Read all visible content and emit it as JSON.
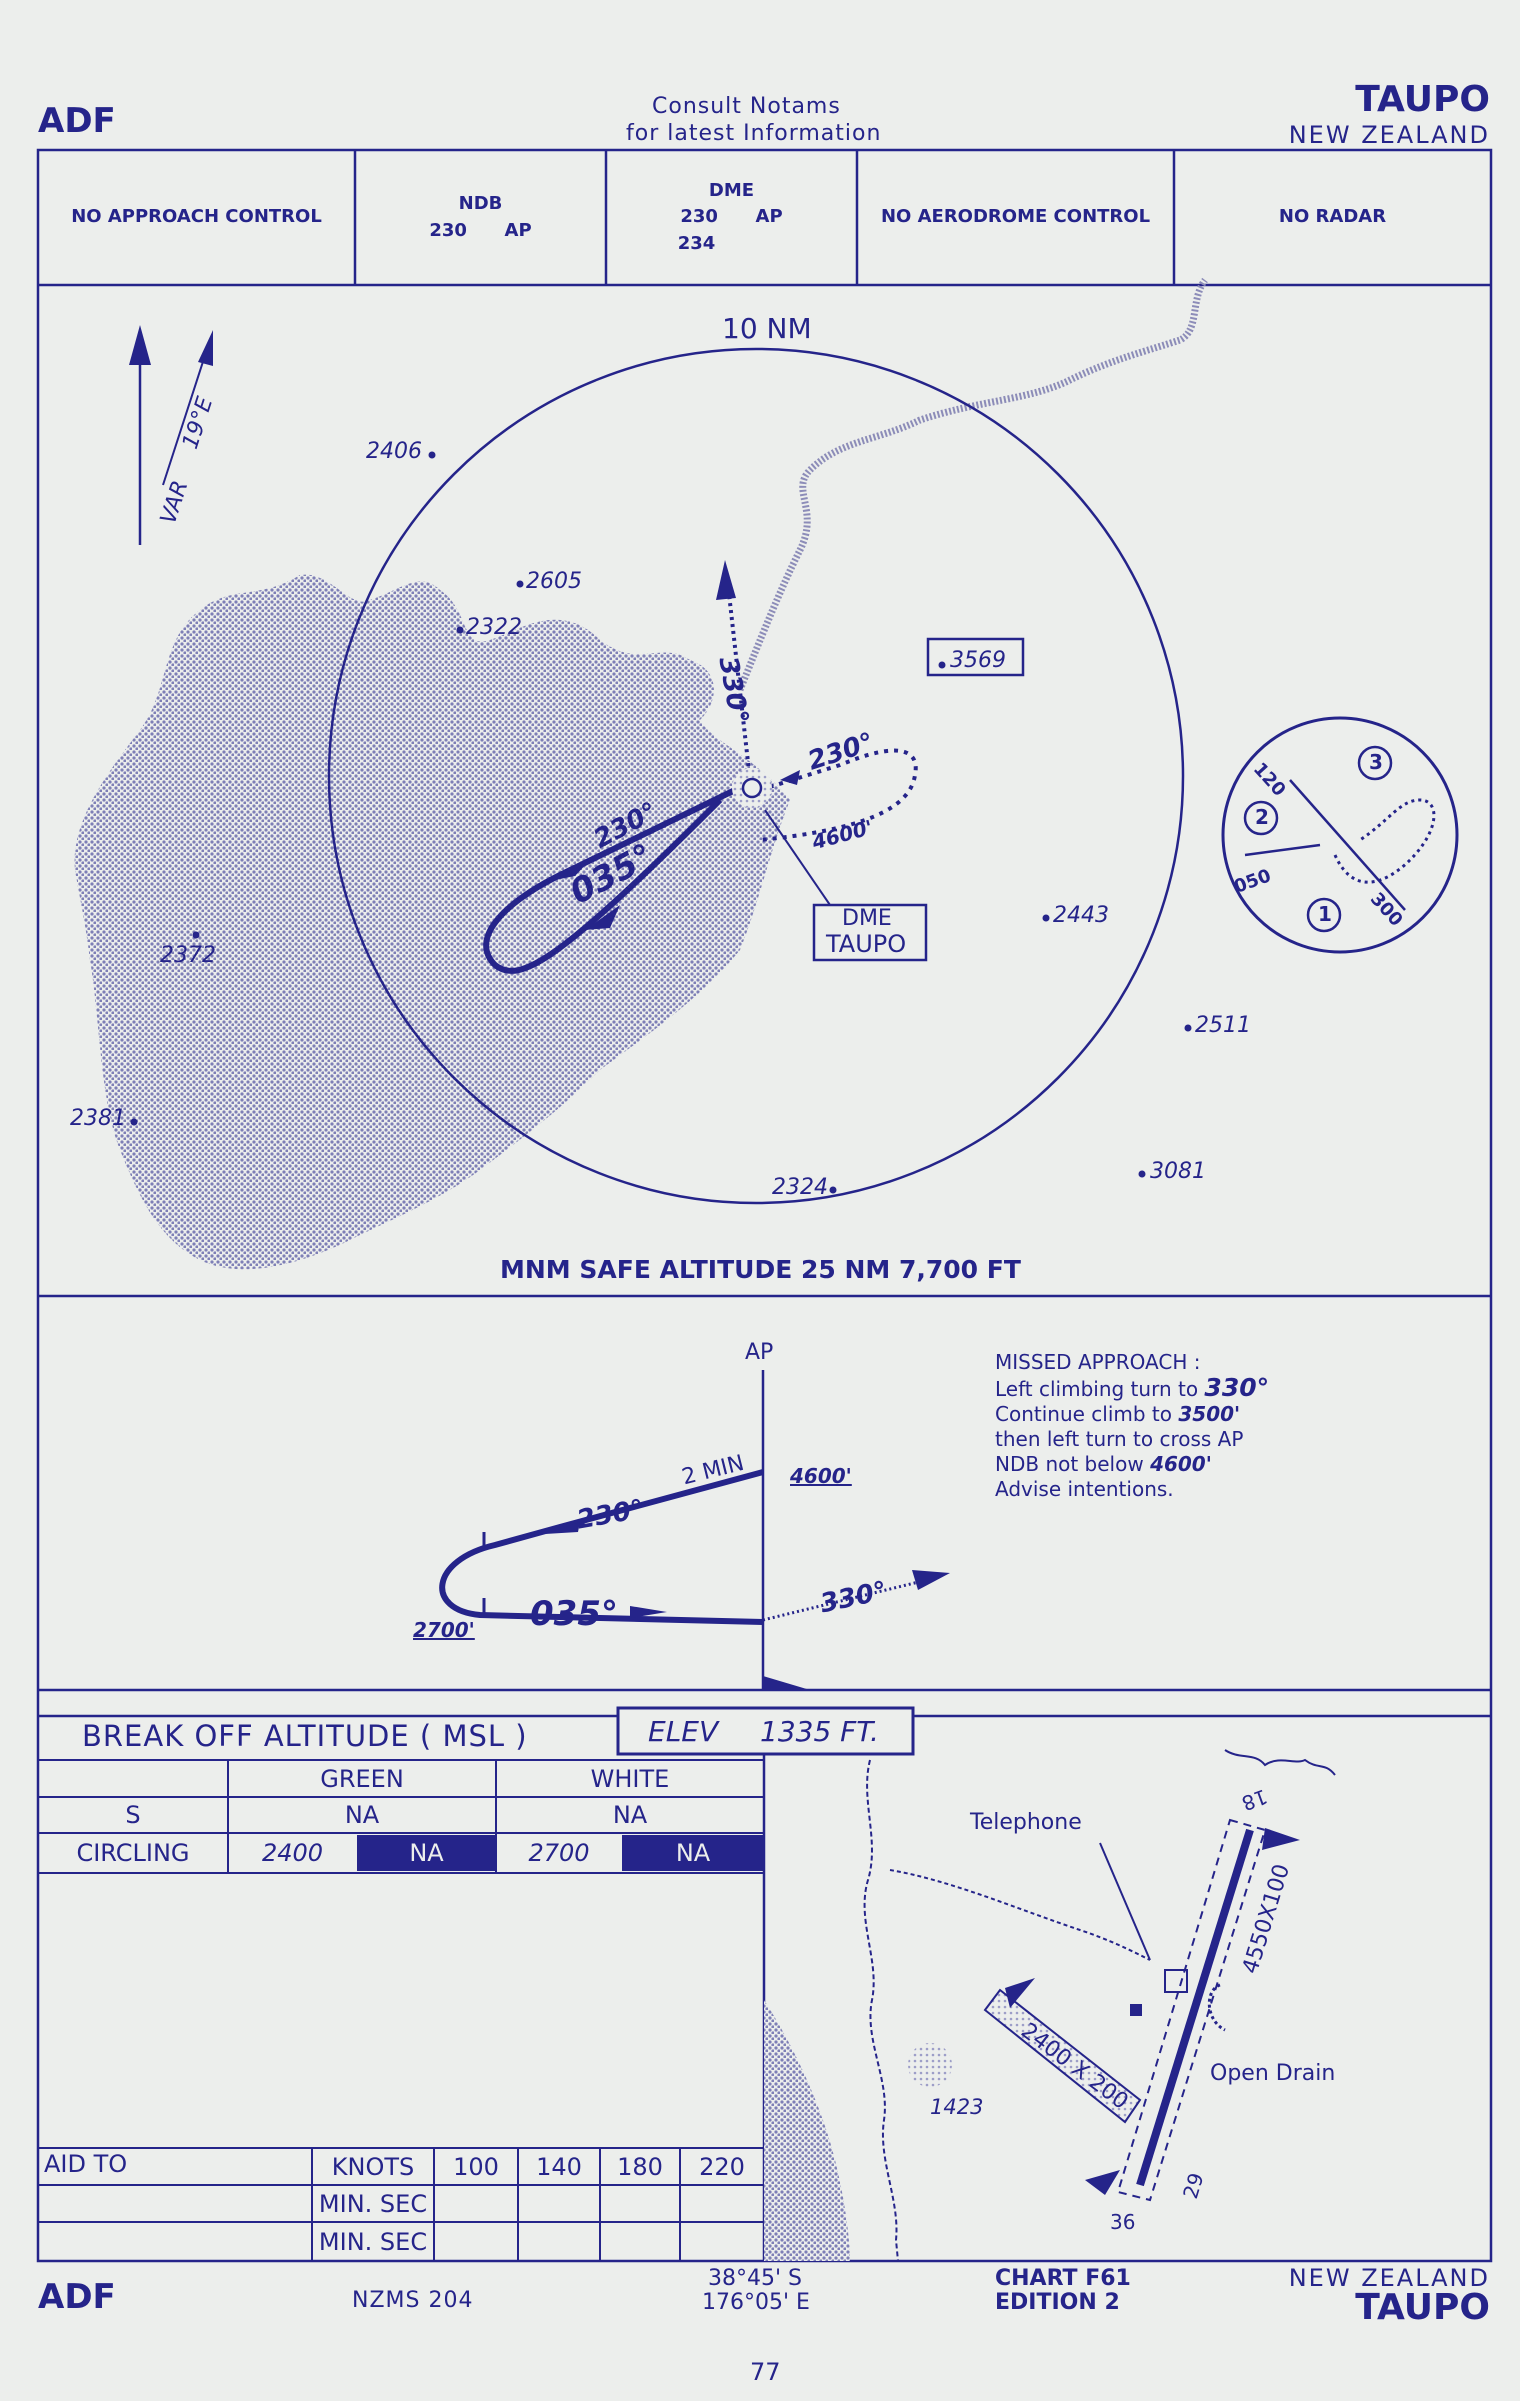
{
  "header": {
    "procedure": "ADF",
    "notice_line1": "Consult   Notams",
    "notice_line2": "for  latest  Information",
    "aerodrome": "TAUPO",
    "country": "NEW  ZEALAND"
  },
  "facilities": {
    "approach": "NO APPROACH CONTROL",
    "ndb_title": "NDB",
    "ndb_freq": "230",
    "ndb_use": "AP",
    "dme_title": "DME",
    "dme_freq1": "230",
    "dme_use": "AP",
    "dme_freq2": "234",
    "aerodrome_control": "NO AERODROME CONTROL",
    "radar": "NO RADAR"
  },
  "plan": {
    "range_label": "10 NM",
    "var_label": "VAR",
    "var_value": "19°E",
    "spot_heights": [
      "2406",
      "2605",
      "2322",
      "3569",
      "2372",
      "2381",
      "2443",
      "2511",
      "2324",
      "3081"
    ],
    "inbound_track": "035°",
    "outbound_track": "230°",
    "missed_track": "330°",
    "hold_inbound": "230°",
    "hold_altitude": "4600'",
    "dme_label": "DME",
    "dme_name": "TAUPO",
    "inset_labels": [
      "120",
      "050",
      "300",
      "1",
      "2",
      "3"
    ],
    "msa_label": "MNM SAFE ALTITUDE 25 NM   7,700 FT",
    "hold_colors": {
      "ink": "#25248a",
      "lake": "#8c8cb8",
      "paper": "#eceeec"
    }
  },
  "profile": {
    "fix_label": "AP",
    "time_label": "2 MIN",
    "hold_altitude": "4600'",
    "min_altitude": "2700'",
    "outbound_track": "230°",
    "inbound_track": "035°",
    "missed_track": "330°",
    "missed_approach": {
      "heading": "MISSED APPROACH :",
      "line1_text": "Left climbing turn to ",
      "line1_value": "330°",
      "line2_text": "Continue climb to ",
      "line2_value": "3500'",
      "line3_text": "then left turn to cross AP",
      "line4_text": "NDB not below ",
      "line4_value": "4600'",
      "line5_text": "Advise intentions."
    }
  },
  "minima": {
    "title": "BREAK  OFF  ALTITUDE  ( MSL )",
    "elevation_label": "ELEV",
    "elevation_value": "1335  FT.",
    "col_green": "GREEN",
    "col_white": "WHITE",
    "rows": [
      {
        "label": "S",
        "green": "NA",
        "green_b": "",
        "white": "NA",
        "white_b": ""
      },
      {
        "label": "CIRCLING",
        "green": "2400",
        "green_b": "NA",
        "white": "2700",
        "white_b": "NA"
      }
    ],
    "aid_to": "AID TO",
    "knots_label": "KNOTS",
    "speeds": [
      "100",
      "140",
      "180",
      "220"
    ],
    "min_sec_1": "MIN. SEC",
    "min_sec_2": "MIN. SEC"
  },
  "aerodrome_chart": {
    "telephone": "Telephone",
    "open_drain": "Open Drain",
    "runway_main": "4550X100",
    "runway_cross": "2400 X 200",
    "rwy_18": "18",
    "rwy_29": "29",
    "rwy_36": "36",
    "spot": "1423"
  },
  "footer": {
    "procedure": "ADF",
    "map_sheet": "NZMS  204",
    "lat": "38°45' S",
    "lon": "176°05' E",
    "chart_id": "CHART F61",
    "edition": "EDITION 2",
    "country": "NEW  ZEALAND",
    "aerodrome": "TAUPO",
    "page_number": "77"
  }
}
